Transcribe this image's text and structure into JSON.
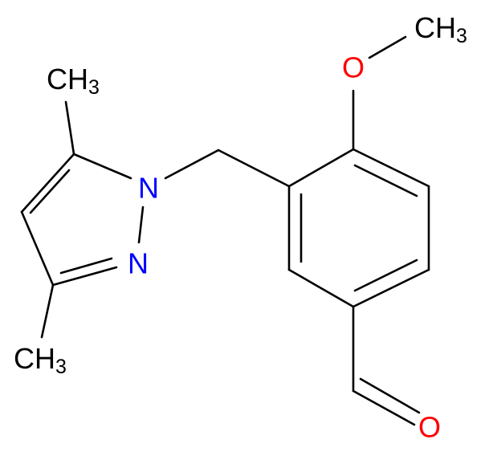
{
  "molecule": {
    "atoms": {
      "ch3_top_left": {
        "label": "CH",
        "sub": "3",
        "color": "#000000"
      },
      "ch3_bottom_left": {
        "label": "CH",
        "sub": "3",
        "color": "#000000"
      },
      "ch3_top_right": {
        "label": "CH",
        "sub": "3",
        "color": "#000000"
      },
      "n1": {
        "label": "N",
        "color": "#0000ff"
      },
      "n2": {
        "label": "N",
        "color": "#0000ff"
      },
      "o_methoxy": {
        "label": "O",
        "color": "#ff0000"
      },
      "o_aldehyde": {
        "label": "O",
        "color": "#ff0000"
      }
    },
    "colors": {
      "bond": "#000000",
      "nitrogen": "#0000ff",
      "oxygen": "#ff0000",
      "carbon": "#000000",
      "background": "#ffffff"
    }
  }
}
